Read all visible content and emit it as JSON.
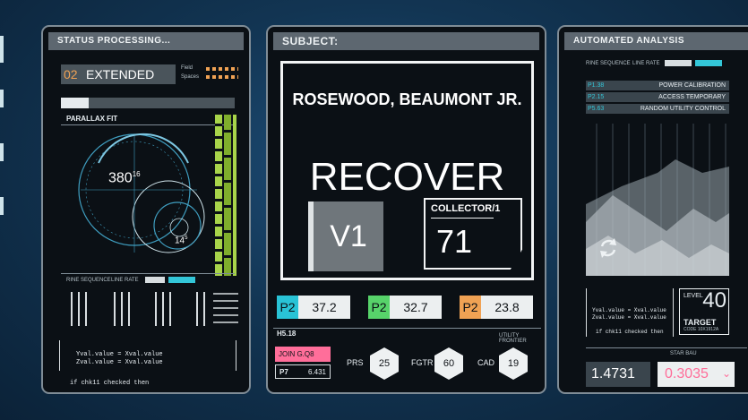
{
  "left_panel": {
    "header": "STATUS PROCESSING...",
    "mode_number": "02",
    "mode_label": "EXTENDED",
    "field_label": "Field",
    "spaces_label": "Spaces",
    "parallax_label": "PARALLAX FIT",
    "dial_main_value": "380",
    "dial_main_sup": "16",
    "dial_small_value": "14",
    "dial_small_sup": "5",
    "seq_label": "RINE SEQUENCE",
    "line_rate_label": "LINE RATE",
    "code_lines": [
      "Yval.value = Xval.value",
      "Zval.value = Xval.value"
    ],
    "footer_code": "if chk11 checked then"
  },
  "middle_panel": {
    "header": "SUBJECT:",
    "subject_name": "ROSEWOOD, BEAUMONT JR.",
    "status": "RECOVER",
    "version": "V1",
    "collector_label": "COLLECTOR/1",
    "collector_value": "71",
    "readings": [
      {
        "tag": "P2",
        "value": "37.2",
        "color": "#29c3d6"
      },
      {
        "tag": "P2",
        "value": "32.7",
        "color": "#57d36a"
      },
      {
        "tag": "P2",
        "value": "23.8",
        "color": "#f0a254"
      }
    ],
    "section_code": "H5.18",
    "utility_label": "UTILITY FRONTIER",
    "join_label": "JOIN G.Q8",
    "p7_label": "P7",
    "p7_value": "6.431",
    "metrics": [
      {
        "label": "PRS",
        "value": "25"
      },
      {
        "label": "FGTR",
        "value": "60"
      },
      {
        "label": "CAD",
        "value": "19"
      }
    ]
  },
  "right_panel": {
    "header": "AUTOMATED ANALYSIS",
    "seq_label": "RINE SEQUENCE",
    "line_rate_label": "LINE RATE",
    "legend": [
      {
        "key": "P1.38",
        "value": "POWER CALIBRATION"
      },
      {
        "key": "P2.15",
        "value": "ACCESS TEMPORARY"
      },
      {
        "key": "P5.63",
        "value": "RANDOM UTILITY CONTROL"
      }
    ],
    "code_lines": [
      "Yval.value = Xval.value",
      "Zval.value = Xval.value"
    ],
    "footer_code": "if chk11 checked then",
    "level_label": "LEVEL",
    "level_value": "40",
    "target_label": "TARGET",
    "target_code": "CODE 10X1912A",
    "star_label": "STAR BAU",
    "bottom_value_left": "1.4731",
    "bottom_value_right": "0.3035",
    "accent_pink": "#ff6e9a",
    "accent_cyan": "#33c6d8"
  }
}
